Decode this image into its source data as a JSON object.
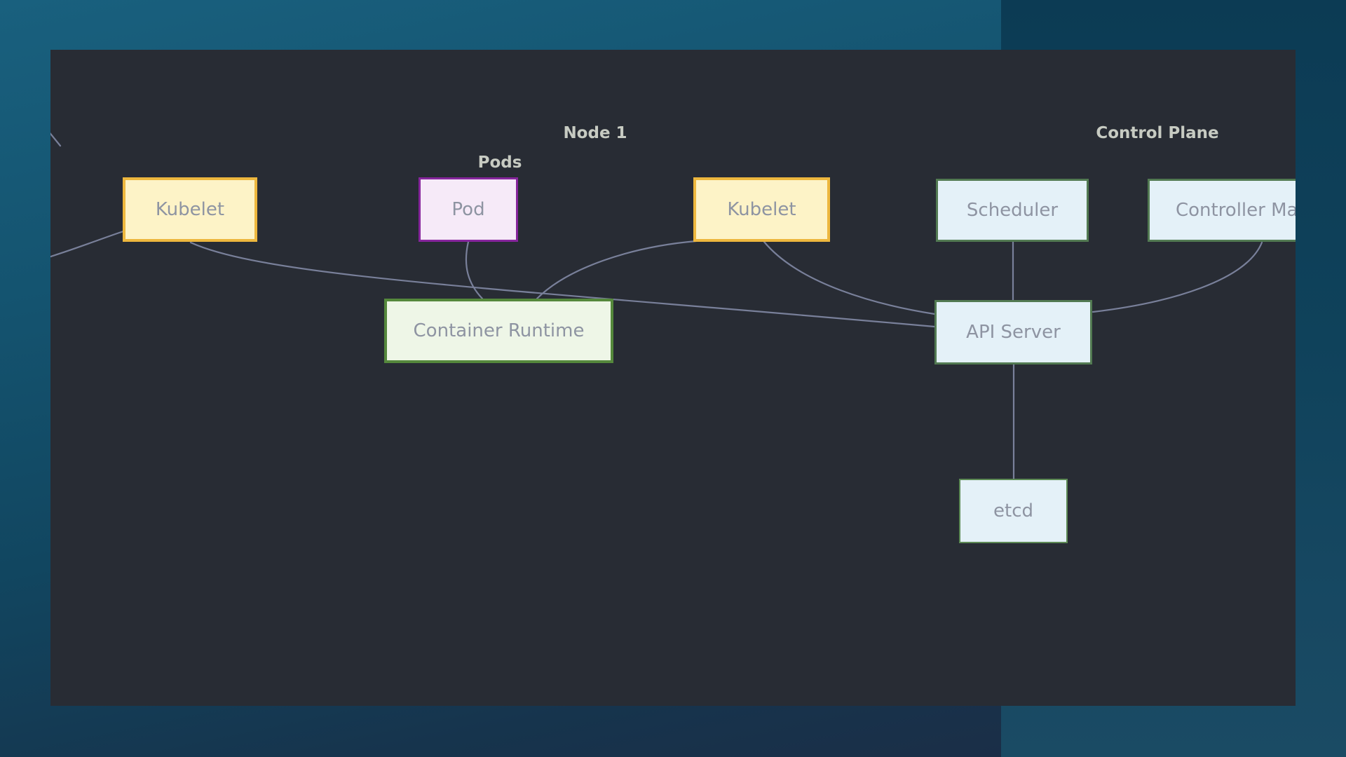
{
  "labels": {
    "node1": "Node 1",
    "pods": "Pods",
    "control_plane": "Control Plane"
  },
  "nodes": {
    "kubelet_left": {
      "label": "Kubelet"
    },
    "pod": {
      "label": "Pod"
    },
    "kubelet_right": {
      "label": "Kubelet"
    },
    "scheduler": {
      "label": "Scheduler"
    },
    "controller_manager": {
      "label": "Controller Manager"
    },
    "container_runtime": {
      "label": "Container Runtime"
    },
    "api_server": {
      "label": "API Server"
    },
    "etcd": {
      "label": "etcd"
    }
  },
  "edges": [
    {
      "from": "offscreen-left",
      "to": "kubelet_left"
    },
    {
      "from": "offscreen-top-left",
      "to": "offscreen"
    },
    {
      "from": "kubelet_left",
      "to": "api_server"
    },
    {
      "from": "pod",
      "to": "container_runtime"
    },
    {
      "from": "container_runtime",
      "to": "kubelet_right"
    },
    {
      "from": "kubelet_right",
      "to": "api_server"
    },
    {
      "from": "scheduler",
      "to": "api_server"
    },
    {
      "from": "api_server",
      "to": "etcd"
    },
    {
      "from": "controller_manager",
      "to": "api_server"
    }
  ],
  "colors": {
    "canvas_bg": "#282c34",
    "node_yellow_fill": "#fdf3c7",
    "node_yellow_border": "#edb73e",
    "node_purple_fill": "#f6eaf8",
    "node_purple_border": "#86259c",
    "node_green_fill": "#eef6e7",
    "node_green_border": "#55883c",
    "node_blue_fill": "#e4f1f8",
    "node_blue_border": "#527a52",
    "node_etcd_border": "#5d8a55",
    "edge": "#79809a",
    "node_text": "#8e94a2",
    "group_label_text": "#c7cbc2"
  }
}
